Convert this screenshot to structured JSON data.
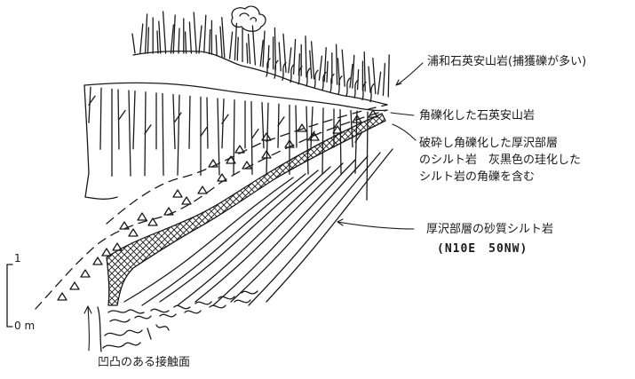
{
  "labels": {
    "urawa_andesite": "浦和石英安山岩(捕獲礫が多い)",
    "brecciated_andesite": "角礫化した石英安山岩",
    "crushed_line1": "破砕し角礫化した厚沢部層",
    "crushed_line2": "のシルト岩　灰黒色の珪化した",
    "crushed_line3": "シルト岩の角礫を含む",
    "sandy_siltstone": "厚沢部層の砂質シルト岩",
    "strike_dip": "(N10E　50NW)",
    "contact_surface": "凹凸のある接触面"
  },
  "scale_bar": {
    "top": "1",
    "bottom": "0 m"
  },
  "colors": {
    "ink": "#1a1a1a",
    "paper": "#ffffff"
  }
}
